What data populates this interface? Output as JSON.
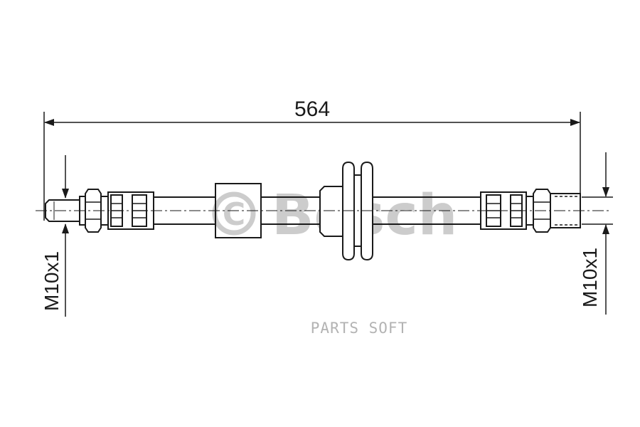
{
  "drawing": {
    "overall_length_label": "564",
    "left_thread_label": "M10x1",
    "right_thread_label": "M10x1"
  },
  "watermark": {
    "copyright_symbol": "©",
    "brand_word": "Bosch"
  },
  "footer_brand": "PARTS SOFT",
  "colors": {
    "line": "#1a1a1a",
    "watermark": "#c7c7c7",
    "brand_text": "#b3b3b3",
    "background": "#ffffff"
  }
}
